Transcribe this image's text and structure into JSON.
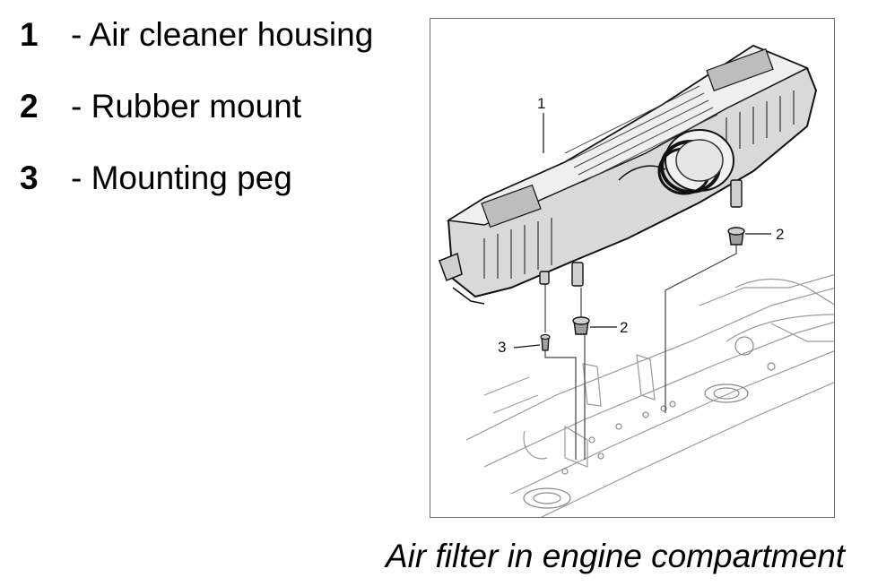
{
  "legend": {
    "items": [
      {
        "number": "1",
        "label": "- Air cleaner housing"
      },
      {
        "number": "2",
        "label": "- Rubber mount"
      },
      {
        "number": "3",
        "label": "- Mounting peg"
      }
    ]
  },
  "figure": {
    "callouts": [
      "1",
      "2",
      "2",
      "3"
    ]
  },
  "caption": "Air filter in engine compartment"
}
